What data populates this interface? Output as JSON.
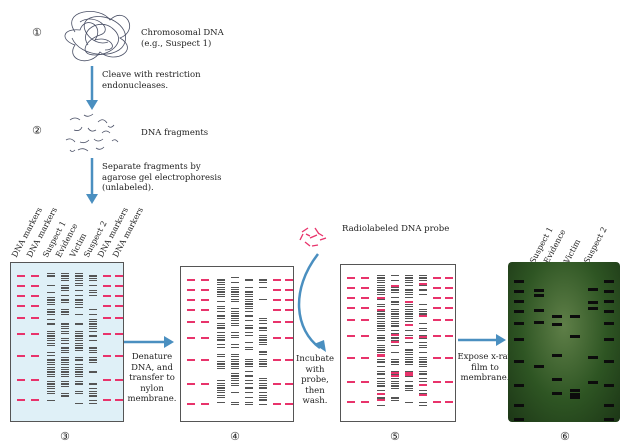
{
  "steps": {
    "s1": {
      "num": "①",
      "label": "Chromosomal DNA",
      "sub": "(e.g., Suspect 1)"
    },
    "s1_arrow": "Cleave with restriction endonucleases.",
    "s2": {
      "num": "②",
      "label": "DNA fragments"
    },
    "s2_arrow": "Separate fragments by agarose gel electrophoresis (unlabeled).",
    "s3": {
      "num": "③"
    },
    "s3_arrow": "Denature DNA, and transfer to nylon membrane.",
    "s4": {
      "num": "④"
    },
    "s4_arrow": "Incubate with probe, then wash.",
    "s5": {
      "num": "⑤"
    },
    "probe": "Radiolabeled DNA probe",
    "s5_arrow": "Expose x-ray film to membrane.",
    "s6": {
      "num": "⑥"
    }
  },
  "gel_lanes": [
    "DNA markers",
    "DNA markers",
    "Suspect 1",
    "Evidence",
    "Victim",
    "Suspect 2",
    "DNA markers",
    "DNA markers"
  ],
  "film_lanes": [
    "Suspect 1",
    "Evidence",
    "Victim",
    "Suspect 2"
  ],
  "colors": {
    "arrow": "#4a8fc0",
    "band": "#e8336b",
    "gel_bg": "#dff0f7",
    "film_bg": "#264a1e",
    "dna": "#4a5066"
  }
}
